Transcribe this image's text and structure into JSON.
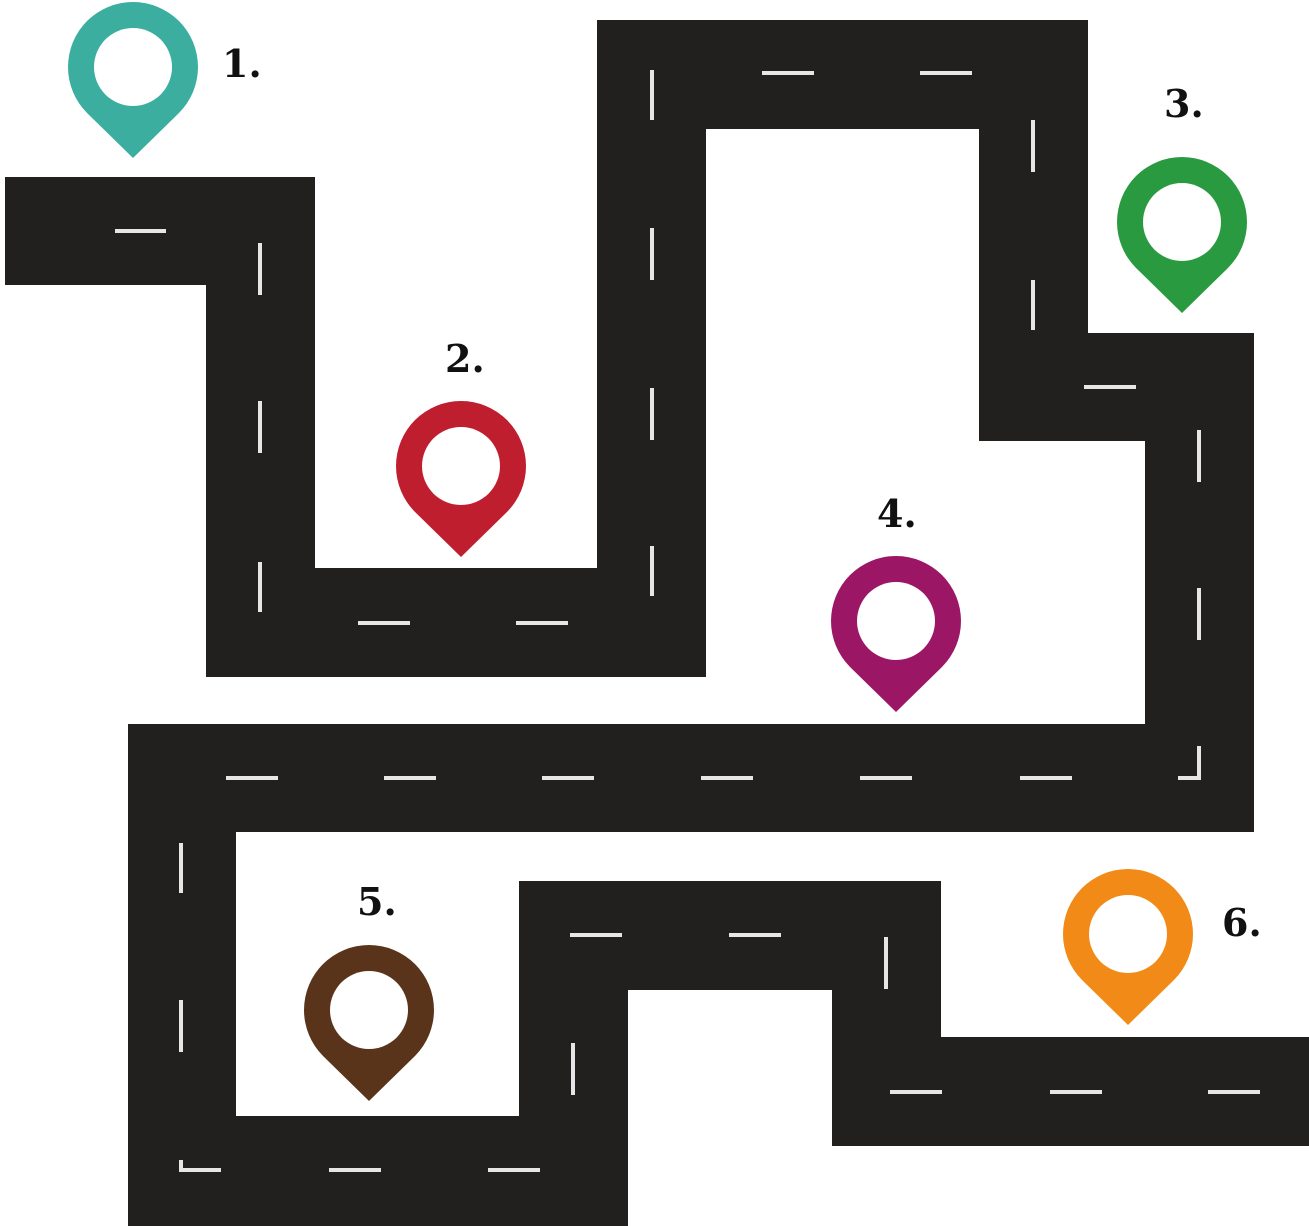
{
  "diagram": {
    "colors": {
      "road": "#221f1f",
      "lane_marking": "#e6e6e6",
      "background": "#ffffff"
    },
    "markers": [
      {
        "label": "1.",
        "color": "#3baea0",
        "icon": "map-pin-icon"
      },
      {
        "label": "2.",
        "color": "#be1e2d",
        "icon": "map-pin-icon"
      },
      {
        "label": "3.",
        "color": "#2a9a40",
        "icon": "map-pin-icon"
      },
      {
        "label": "4.",
        "color": "#9b1665",
        "icon": "map-pin-icon"
      },
      {
        "label": "5.",
        "color": "#5a341a",
        "icon": "map-pin-icon"
      },
      {
        "label": "6.",
        "color": "#f28a17",
        "icon": "map-pin-icon"
      }
    ]
  }
}
